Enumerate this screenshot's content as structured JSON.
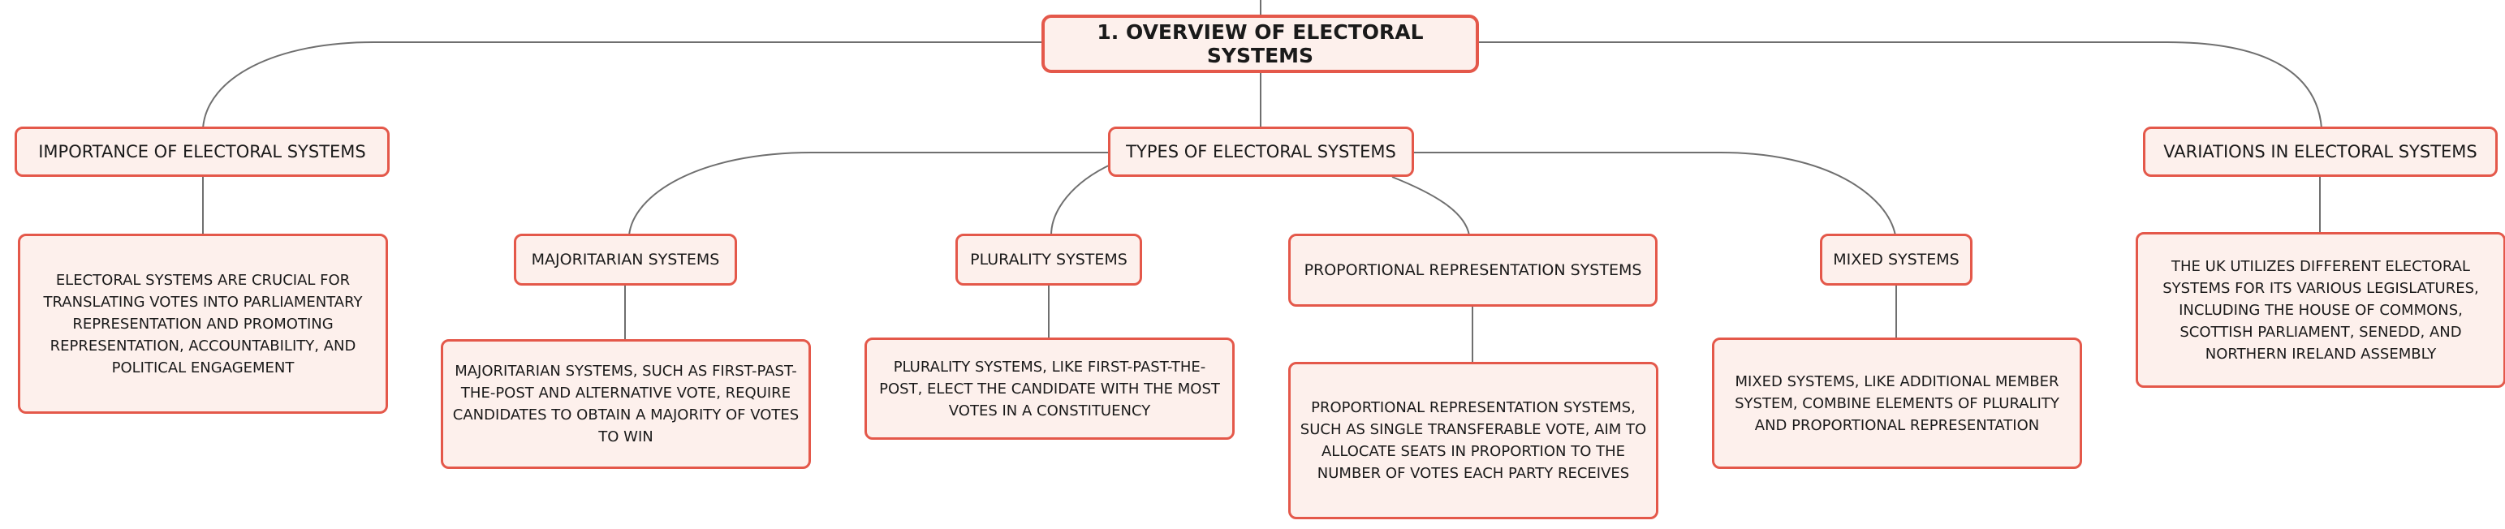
{
  "diagram": {
    "root": {
      "label": "1. OVERVIEW OF ELECTORAL SYSTEMS"
    },
    "importance": {
      "label": "IMPORTANCE OF ELECTORAL SYSTEMS",
      "detail": "ELECTORAL SYSTEMS ARE CRUCIAL FOR TRANSLATING VOTES INTO PARLIAMENTARY REPRESENTATION AND PROMOTING REPRESENTATION, ACCOUNTABILITY, AND POLITICAL ENGAGEMENT"
    },
    "types": {
      "label": "TYPES OF ELECTORAL SYSTEMS",
      "majoritarian": {
        "label": "MAJORITARIAN SYSTEMS",
        "detail": "MAJORITARIAN SYSTEMS, SUCH AS FIRST-PAST-THE-POST AND ALTERNATIVE VOTE, REQUIRE CANDIDATES TO OBTAIN A MAJORITY OF VOTES TO WIN"
      },
      "plurality": {
        "label": "PLURALITY SYSTEMS",
        "detail": "PLURALITY SYSTEMS, LIKE FIRST-PAST-THE-POST, ELECT THE CANDIDATE WITH THE MOST VOTES IN A CONSTITUENCY"
      },
      "proportional": {
        "label": "PROPORTIONAL REPRESENTATION SYSTEMS",
        "detail": "PROPORTIONAL REPRESENTATION SYSTEMS, SUCH AS SINGLE TRANSFERABLE VOTE, AIM TO ALLOCATE SEATS IN PROPORTION TO THE NUMBER OF VOTES EACH PARTY RECEIVES"
      },
      "mixed": {
        "label": "MIXED SYSTEMS",
        "detail": "MIXED SYSTEMS, LIKE ADDITIONAL MEMBER SYSTEM, COMBINE ELEMENTS OF PLURALITY AND PROPORTIONAL REPRESENTATION"
      }
    },
    "variations": {
      "label": "VARIATIONS IN ELECTORAL SYSTEMS",
      "detail": "THE UK UTILIZES DIFFERENT ELECTORAL SYSTEMS FOR ITS VARIOUS LEGISLATURES, INCLUDING THE HOUSE OF COMMONS, SCOTTISH PARLIAMENT, SENEDD, AND NORTHERN IRELAND ASSEMBLY"
    }
  }
}
